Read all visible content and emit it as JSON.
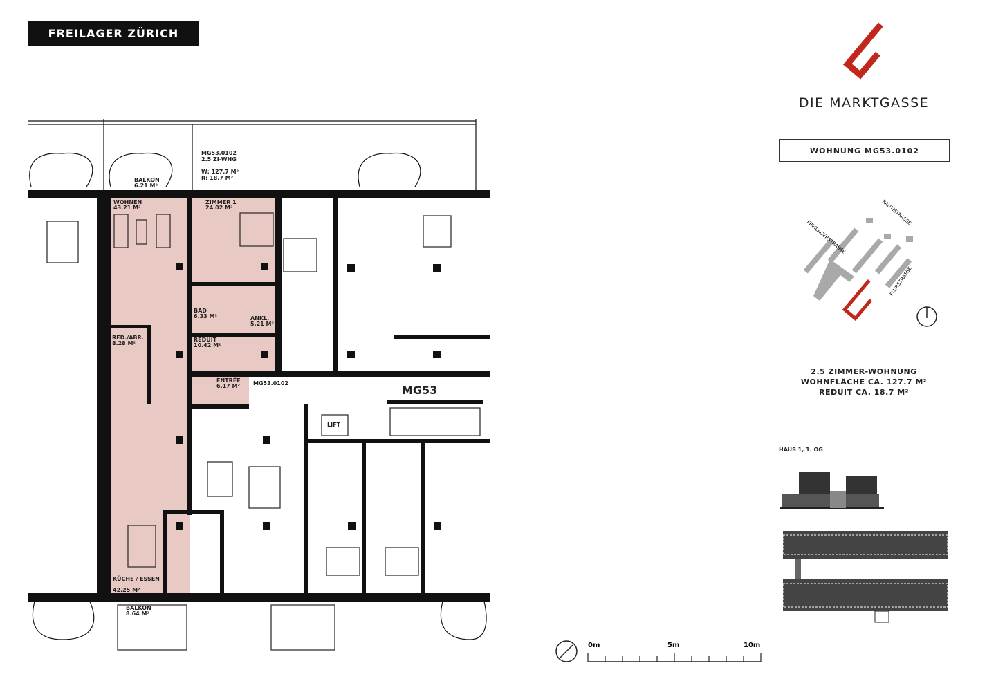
{
  "header": {
    "title": "FREILAGER ZÜRICH"
  },
  "brand": {
    "name": "DIE MARKTGASSE",
    "accent": "#c0281e"
  },
  "unit": {
    "label": "WOHNUNG MG53.0102"
  },
  "site_plan": {
    "streets": [
      "RAUTISTRASSE",
      "FREILAGERSTRASSE",
      "FLURSTRASSE"
    ],
    "icon": "north-arrow-icon"
  },
  "summary": {
    "line1": "2.5 ZIMMER-WOHNUNG",
    "line2": "WOHNFLÄCHE CA. 127.7 M²",
    "line3": "REDUIT CA. 18.7 M²"
  },
  "floor": {
    "label": "HAUS 1, 1. OG"
  },
  "plan": {
    "highlight_color": "#e9c9c4",
    "unit_tag": {
      "l1": "MG53.0102",
      "l2": "2.5 ZI-WHG",
      "l3": "W:  127.7 M²",
      "l4": "R:   18.7 M²"
    },
    "building": "MG53",
    "entrance_tag": "MG53.0102",
    "lift": "LIFT",
    "rooms": [
      {
        "name": "BALKON",
        "area": "6.21 M²"
      },
      {
        "name": "WOHNEN",
        "area": "43.21 M²"
      },
      {
        "name": "ZIMMER 1",
        "area": "24.02 M²"
      },
      {
        "name": "BAD",
        "area": "6.33 M²"
      },
      {
        "name": "ANKL.",
        "area": "5.21 M²"
      },
      {
        "name": "REDUIT",
        "area": "10.42 M²"
      },
      {
        "name": "RED./ABR.",
        "area": "8.28 M²"
      },
      {
        "name": "ENTRÉE",
        "area": "6.17 M²"
      },
      {
        "name": "KÜCHE / ESSEN",
        "area": "42.25 M²"
      },
      {
        "name": "BALKON",
        "area": "8.64 M²"
      }
    ]
  },
  "scale": {
    "t0": "0m",
    "t1": "5m",
    "t2": "10m"
  }
}
